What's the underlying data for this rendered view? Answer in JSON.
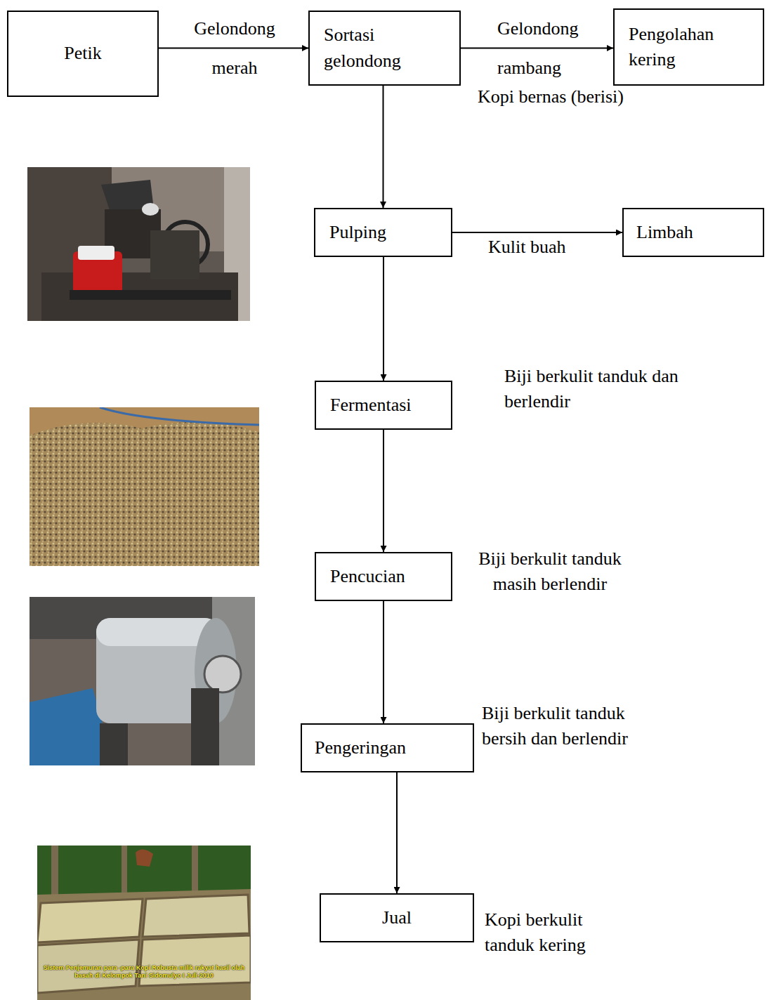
{
  "diagram": {
    "nodes": [
      {
        "text": [
          "Petik"
        ]
      },
      {
        "text": [
          "Sortasi gelondong"
        ]
      },
      {
        "text": [
          "Pengolahan kering"
        ]
      },
      {
        "text": [
          "Pulping"
        ]
      },
      {
        "text": [
          "Limbah"
        ]
      },
      {
        "text": [
          "Fermentasi"
        ]
      },
      {
        "text": [
          "Pencucian"
        ]
      },
      {
        "text": [
          "Pengeringan"
        ]
      },
      {
        "text": [
          "Jual"
        ]
      }
    ],
    "edges": [
      {
        "from": 0,
        "to": 1,
        "label": "Gelondong merah",
        "arrow": "to"
      },
      {
        "from": 1,
        "to": 2,
        "label": "Gelondong rambang",
        "arrow": "to"
      },
      {
        "from": 1,
        "to": 3,
        "arrow": "to"
      },
      {
        "from": 3,
        "to": 4,
        "label": "Kulit buah",
        "arrow": "to"
      },
      {
        "from": 3,
        "to": 5,
        "arrow": "to"
      },
      {
        "from": 5,
        "to": 6,
        "arrow": "to"
      },
      {
        "from": 6,
        "to": 7,
        "arrow": "to"
      },
      {
        "from": 7,
        "to": 8,
        "arrow": "to"
      }
    ],
    "labels": [
      "Kopi bernas (berisi)",
      "Biji berkulit tanduk dan berlendir",
      "Biji berkulit tanduk masih berlendir",
      "Biji berkulit tanduk bersih dan berlendir",
      "Kopi berkulit tanduk kering",
      "Sistem Penjemuran para -para Kopi Robusta milik rakyat hasil olah basah di Kelompok Tani Sidomulyo I Juli-2010"
    ]
  }
}
